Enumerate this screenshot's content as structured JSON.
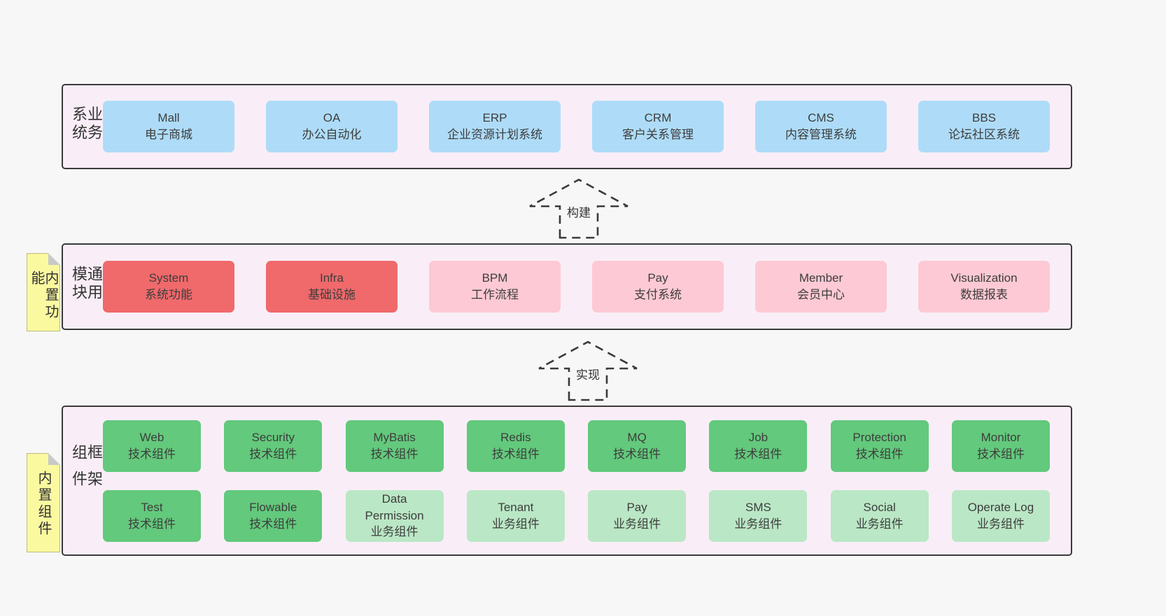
{
  "colors": {
    "page_bg": "#f7f7f7",
    "container_bg": "#f9eef7",
    "container_border": "#3a3a3a",
    "blue": "#aedcf8",
    "red": "#f0696b",
    "pink": "#fdc9d4",
    "green": "#63c97c",
    "lightgreen": "#bae7c5",
    "note_bg": "#fbf9a0",
    "note_fold": "#c9c9c9",
    "text": "#3a3a3a"
  },
  "sections": {
    "business": {
      "label": "业务系统",
      "boxes": [
        {
          "key": "mall",
          "title": "Mall",
          "subtitle": "电子商城",
          "variant": "blue"
        },
        {
          "key": "oa",
          "title": "OA",
          "subtitle": "办公自动化",
          "variant": "blue"
        },
        {
          "key": "erp",
          "title": "ERP",
          "subtitle": "企业资源计划系统",
          "variant": "blue"
        },
        {
          "key": "crm",
          "title": "CRM",
          "subtitle": "客户关系管理",
          "variant": "blue"
        },
        {
          "key": "cms",
          "title": "CMS",
          "subtitle": "内容管理系统",
          "variant": "blue"
        },
        {
          "key": "bbs",
          "title": "BBS",
          "subtitle": "论坛社区系统",
          "variant": "blue"
        }
      ]
    },
    "modules": {
      "label": "通用模块",
      "note": "内置功能",
      "boxes": [
        {
          "key": "system",
          "title": "System",
          "subtitle": "系统功能",
          "variant": "red"
        },
        {
          "key": "infra",
          "title": "Infra",
          "subtitle": "基础设施",
          "variant": "red"
        },
        {
          "key": "bpm",
          "title": "BPM",
          "subtitle": "工作流程",
          "variant": "pink"
        },
        {
          "key": "pay",
          "title": "Pay",
          "subtitle": "支付系统",
          "variant": "pink"
        },
        {
          "key": "member",
          "title": "Member",
          "subtitle": "会员中心",
          "variant": "pink"
        },
        {
          "key": "visualization",
          "title": "Visualization",
          "subtitle": "数据报表",
          "variant": "pink"
        }
      ]
    },
    "components": {
      "label": "框架组件",
      "note": "内置组件",
      "rows": [
        [
          {
            "key": "web",
            "title": "Web",
            "subtitle": "技术组件",
            "variant": "green"
          },
          {
            "key": "security",
            "title": "Security",
            "subtitle": "技术组件",
            "variant": "green"
          },
          {
            "key": "mybatis",
            "title": "MyBatis",
            "subtitle": "技术组件",
            "variant": "green"
          },
          {
            "key": "redis",
            "title": "Redis",
            "subtitle": "技术组件",
            "variant": "green"
          },
          {
            "key": "mq",
            "title": "MQ",
            "subtitle": "技术组件",
            "variant": "green"
          },
          {
            "key": "job",
            "title": "Job",
            "subtitle": "技术组件",
            "variant": "green"
          },
          {
            "key": "protection",
            "title": "Protection",
            "subtitle": "技术组件",
            "variant": "green"
          },
          {
            "key": "monitor",
            "title": "Monitor",
            "subtitle": "技术组件",
            "variant": "green"
          }
        ],
        [
          {
            "key": "test",
            "title": "Test",
            "subtitle": "技术组件",
            "variant": "green"
          },
          {
            "key": "flowable",
            "title": "Flowable",
            "subtitle": "技术组件",
            "variant": "green"
          },
          {
            "key": "data-permission",
            "title": "Data Permission",
            "subtitle": "业务组件",
            "variant": "lightgreen"
          },
          {
            "key": "tenant",
            "title": "Tenant",
            "subtitle": "业务组件",
            "variant": "lightgreen"
          },
          {
            "key": "pay-biz",
            "title": "Pay",
            "subtitle": "业务组件",
            "variant": "lightgreen"
          },
          {
            "key": "sms",
            "title": "SMS",
            "subtitle": "业务组件",
            "variant": "lightgreen"
          },
          {
            "key": "social",
            "title": "Social",
            "subtitle": "业务组件",
            "variant": "lightgreen"
          },
          {
            "key": "operate-log",
            "title": "Operate Log",
            "subtitle": "业务组件",
            "variant": "lightgreen"
          }
        ]
      ]
    }
  },
  "arrows": [
    {
      "label": "构建"
    },
    {
      "label": "实现"
    }
  ]
}
